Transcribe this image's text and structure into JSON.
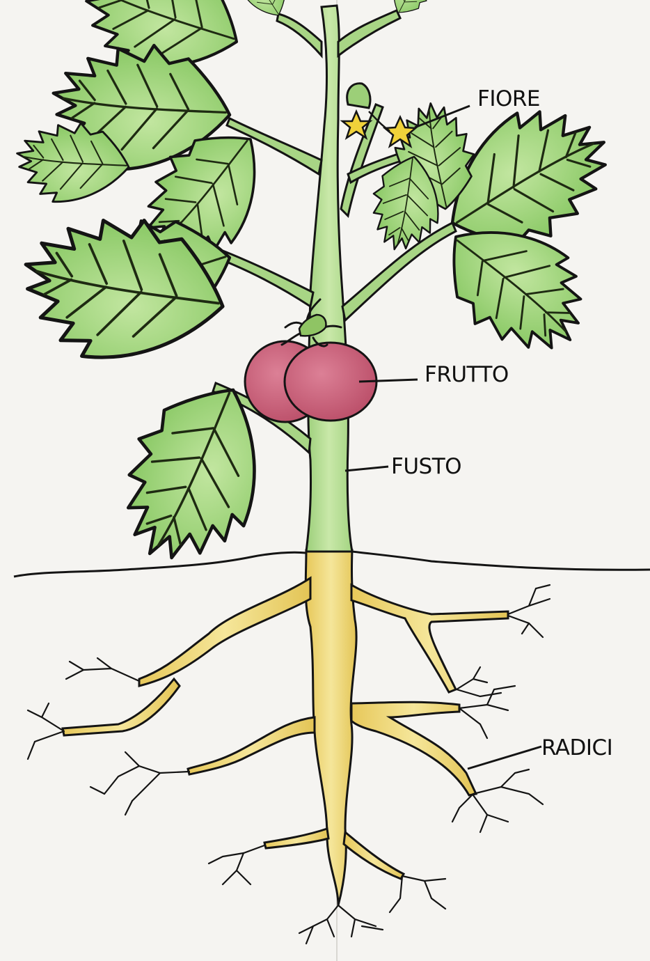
{
  "labels": {
    "fiore": "FIORE",
    "frutto": "FRUTTO",
    "fusto": "FUSTO",
    "radici": "RADICI"
  },
  "colors": {
    "paper": "#f5f4f1",
    "leaf": "#8fce6a",
    "leaf_light": "#b4df8e",
    "stem": "#a9d68a",
    "fruit": "#c9637b",
    "flower": "#f0d23a",
    "root": "#ecd36c",
    "ink": "#141414"
  }
}
